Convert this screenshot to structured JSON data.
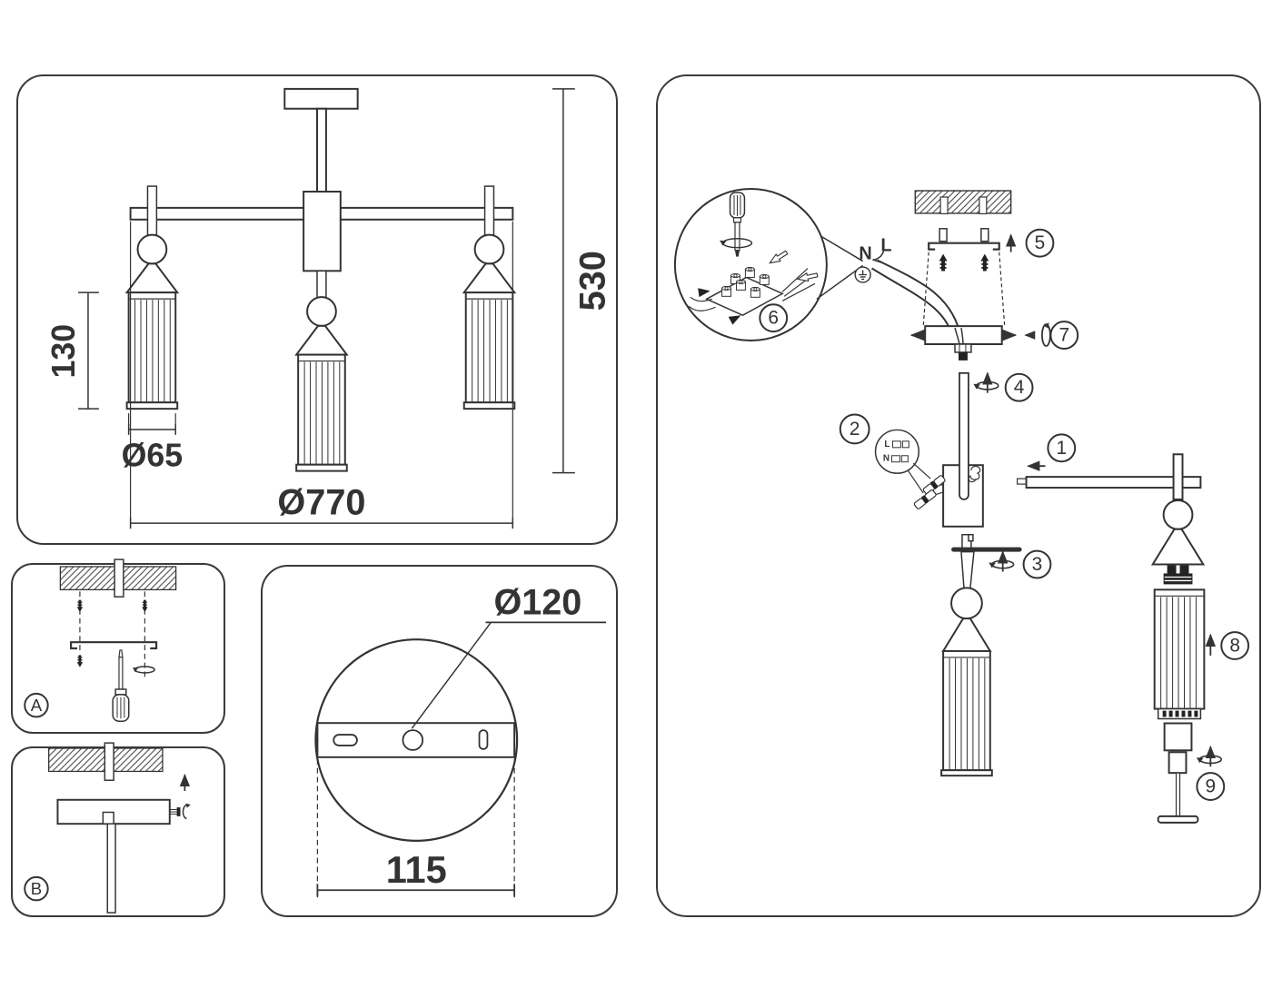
{
  "page": {
    "background": "#ffffff",
    "line_color": "#333333"
  },
  "overview_panel": {
    "dim_total_height": "530",
    "dim_shade_height": "130",
    "dim_shade_diameter": "Ø65",
    "dim_fixture_diameter": "Ø770"
  },
  "mount_plate_panel": {
    "dim_plate_diameter": "Ø120",
    "dim_bracket_length": "115"
  },
  "detail_panels": {
    "a_label": "A",
    "b_label": "B"
  },
  "wiring": {
    "neutral_label": "N",
    "live_label": "L",
    "connector_live_label": "L",
    "connector_neutral_label": "N",
    "ground_icon": "earth-ground"
  },
  "assembly_steps": {
    "labels": [
      "1",
      "2",
      "3",
      "4",
      "5",
      "6",
      "7",
      "8",
      "9"
    ]
  },
  "icons": {
    "rotate_icon": "↻",
    "up_arrow_icon": "↑",
    "screw_icon": "screw",
    "screwdriver_icon": "screwdriver",
    "ground_icon": "⏚"
  }
}
